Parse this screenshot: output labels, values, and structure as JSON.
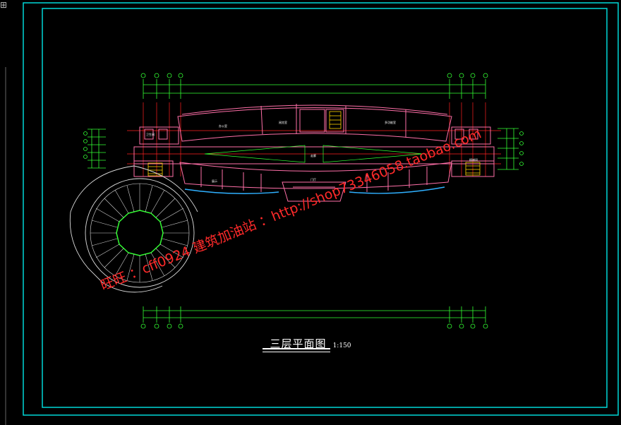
{
  "drawing": {
    "title": "三层平面图",
    "scale": "1:150",
    "room_labels": [
      "办公室",
      "阅览室",
      "多功能室",
      "卫生间",
      "门厅",
      "楼梯间",
      "走廊",
      "展示"
    ]
  },
  "watermarks": {
    "line1": "旺旺 ：cff0924  建筑加油站 ：http://shop73346058.taobao.com"
  },
  "colors": {
    "frame": "#00e5e5",
    "walls": "#ff6fa8",
    "axis": "#ff2222",
    "dimension": "#33ff33",
    "watermark": "#ff2a2a",
    "glass": "#2fb0ff"
  },
  "icons": {
    "corner": "window-icon"
  }
}
